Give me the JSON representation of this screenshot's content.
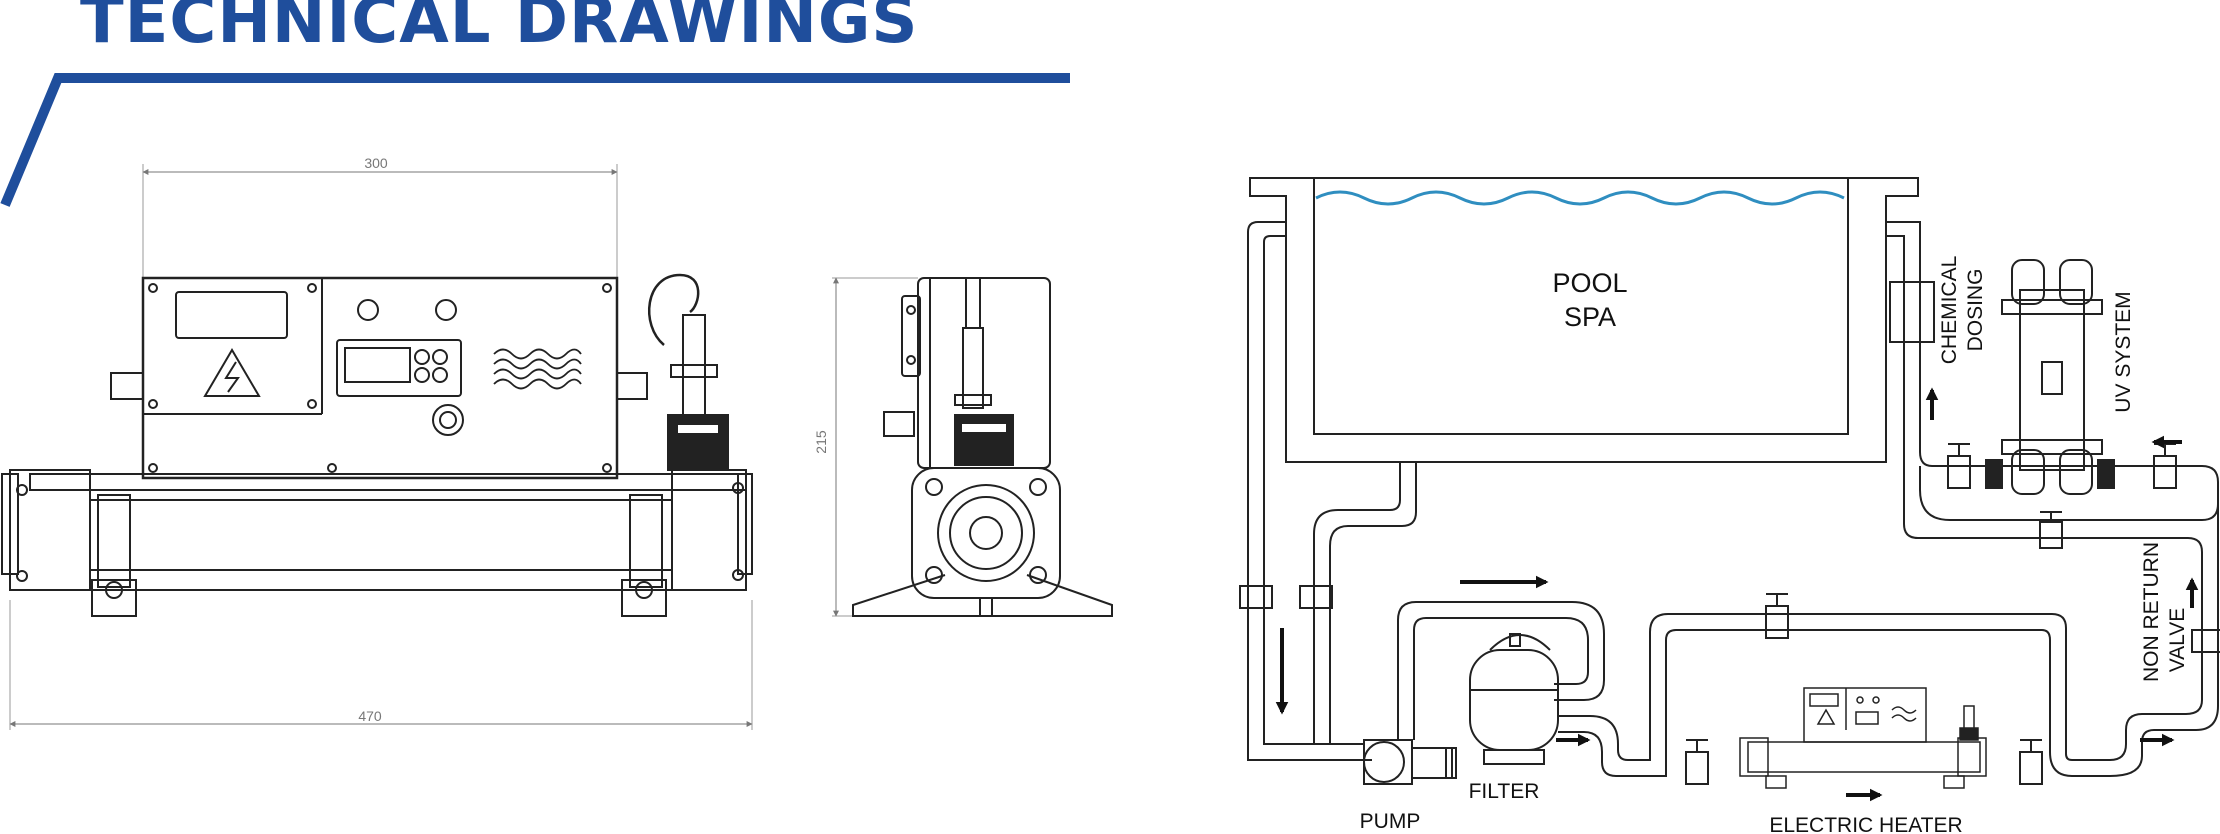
{
  "header": {
    "title": "TECHNICAL DRAWINGS"
  },
  "colors": {
    "brand": "#1f4e9c",
    "water": "#2f8ec0",
    "line": "#222222",
    "dim": "#777777"
  },
  "front_view": {
    "width_label": "300",
    "length_label": "470"
  },
  "side_view": {
    "height_label": "215"
  },
  "schematic": {
    "pool_label_1": "POOL",
    "pool_label_2": "SPA",
    "chemical_dosing_1": "CHEMICAL",
    "chemical_dosing_2": "DOSING",
    "uv_system": "UV SYSTEM",
    "non_return_1": "NON RETURN",
    "non_return_2": "VALVE",
    "filter": "FILTER",
    "pump": "PUMP",
    "electric_heater": "ELECTRIC HEATER"
  }
}
